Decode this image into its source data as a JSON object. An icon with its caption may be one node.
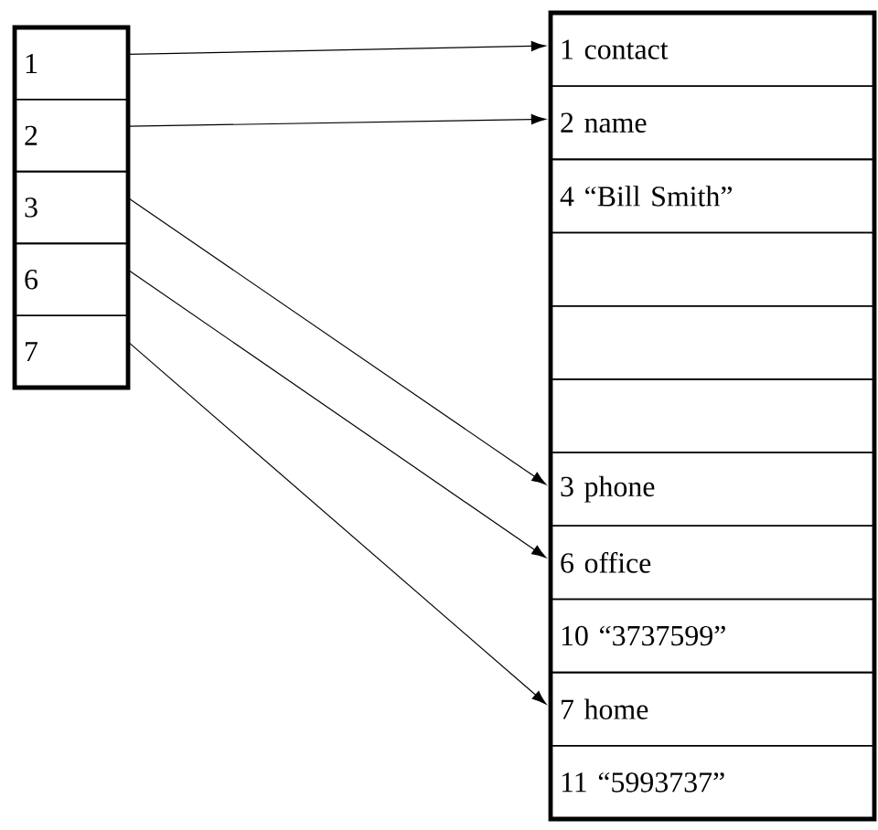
{
  "diagram": {
    "nodes": [
      {
        "text": [
          "1"
        ]
      },
      {
        "text": [
          "2"
        ]
      },
      {
        "text": [
          "3"
        ]
      },
      {
        "text": [
          "6"
        ]
      },
      {
        "text": [
          "7"
        ]
      },
      {
        "text": [
          "1 contact"
        ]
      },
      {
        "text": [
          "2 name"
        ]
      },
      {
        "text": [
          "4 “Bill Smith”"
        ]
      },
      {
        "text": [],
        "shape": "box"
      },
      {
        "text": [],
        "shape": "box"
      },
      {
        "text": [],
        "shape": "box"
      },
      {
        "text": [
          "3 phone"
        ]
      },
      {
        "text": [
          "6 office"
        ]
      },
      {
        "text": [
          "10 “3737599”"
        ]
      },
      {
        "text": [
          "7 home"
        ]
      },
      {
        "text": [
          "11 “5993737”"
        ]
      }
    ],
    "edges": [
      {
        "from": 0,
        "to": 5,
        "arrow": "to"
      },
      {
        "from": 1,
        "to": 6,
        "arrow": "to"
      },
      {
        "from": 2,
        "to": 11,
        "arrow": "to"
      },
      {
        "from": 3,
        "to": 12,
        "arrow": "to"
      },
      {
        "from": 4,
        "to": 14,
        "arrow": "to"
      }
    ]
  }
}
